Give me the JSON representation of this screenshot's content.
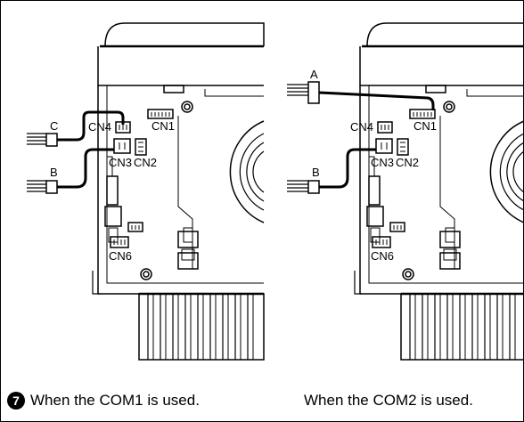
{
  "step_number": "7",
  "panels": [
    {
      "caption": "When the COM1 is used.",
      "cable_labels": [
        "C",
        "B"
      ],
      "connectors": {
        "cn1": "CN1",
        "cn2": "CN2",
        "cn3": "CN3",
        "cn4": "CN4",
        "cn6": "CN6"
      }
    },
    {
      "caption": "When the COM2 is used.",
      "cable_labels": [
        "A",
        "B"
      ],
      "connectors": {
        "cn1": "CN1",
        "cn2": "CN2",
        "cn3": "CN3",
        "cn4": "CN4",
        "cn6": "CN6"
      }
    }
  ]
}
